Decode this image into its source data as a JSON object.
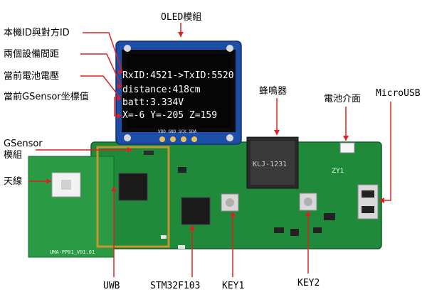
{
  "callouts": {
    "oled_module": "OLED模組",
    "node_id": "本機ID與對方ID",
    "distance": "兩個設備間距",
    "battery_voltage": "當前電池電壓",
    "gsensor_coords": "當前GSensor坐標值",
    "gsensor_module_line1": "GSensor",
    "gsensor_module_line2": "模組",
    "antenna": "天線",
    "buzzer": "蜂鳴器",
    "battery_interface": "電池介面",
    "micro_usb": "MicroUSB",
    "uwb": "UWB",
    "mcu": "STM32F103",
    "key1": "KEY1",
    "key2": "KEY2"
  },
  "oled_screen": {
    "line1": "RxID:4521->TxID:5520",
    "line2": "distance:418cm",
    "line3": "batt:3.334V",
    "line4": "X=-6 Y=-205 Z=159"
  },
  "board": {
    "silkscreen_board_name": "UMA-PP01_V01.01",
    "buzzer_marking": "KLJ-1231",
    "oled_pins": "VDD GND SCK SDA",
    "brand_mark": "ZY1"
  },
  "colors": {
    "pcb": "#1f8a3a",
    "oled_pcb": "#1d4fa8",
    "callout": "#e02020"
  }
}
